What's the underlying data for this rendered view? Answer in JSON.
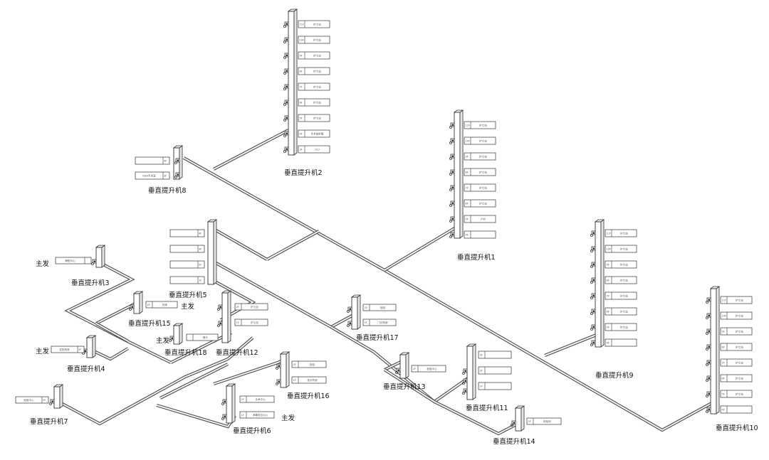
{
  "diagram": {
    "type": "logistics-system-isometric",
    "lifts": [
      {
        "id": "lift2",
        "name": "垂直提升机2",
        "floors": [
          {
            "f": "11F",
            "t": "护士站"
          },
          {
            "f": "10F",
            "t": "护士站"
          },
          {
            "f": "9F",
            "t": "护士站"
          },
          {
            "f": "8F",
            "t": "护士站"
          },
          {
            "f": "7F",
            "t": "护士站"
          },
          {
            "f": "6F",
            "t": "护士站"
          },
          {
            "f": "5F",
            "t": "护士站"
          },
          {
            "f": "4F",
            "t": "手术部护管"
          },
          {
            "f": "3F",
            "t": "ICU"
          }
        ]
      },
      {
        "id": "lift1",
        "name": "垂直提升机1",
        "floors": [
          {
            "f": "11F",
            "t": "护士站"
          },
          {
            "f": "10F",
            "t": "护士站"
          },
          {
            "f": "9F",
            "t": "护士站"
          },
          {
            "f": "8F",
            "t": "护士站"
          },
          {
            "f": "7F",
            "t": "护士站"
          },
          {
            "f": "6F",
            "t": "护士站"
          },
          {
            "f": "5F",
            "t": "产科"
          },
          {
            "f": "4F",
            "t": ""
          }
        ]
      },
      {
        "id": "lift9",
        "name": "垂直提升机9",
        "floors": [
          {
            "f": "11F",
            "t": "护士站"
          },
          {
            "f": "10F",
            "t": "护士站"
          },
          {
            "f": "9F",
            "t": "护士站"
          },
          {
            "f": "8F",
            "t": "护士站"
          },
          {
            "f": "7F",
            "t": "护士站"
          },
          {
            "f": "6F",
            "t": "护士站"
          },
          {
            "f": "5F",
            "t": "护士站"
          },
          {
            "f": "4F",
            "t": ""
          }
        ]
      },
      {
        "id": "lift10",
        "name": "垂直提升机10",
        "floors": [
          {
            "f": "11F",
            "t": "护士站"
          },
          {
            "f": "10F",
            "t": "护士站"
          },
          {
            "f": "9F",
            "t": "护士站"
          },
          {
            "f": "8F",
            "t": "护士站"
          },
          {
            "f": "7F",
            "t": "护士站"
          },
          {
            "f": "6F",
            "t": "护士站"
          },
          {
            "f": "5F",
            "t": "护士站"
          },
          {
            "f": "4F",
            "t": ""
          }
        ]
      },
      {
        "id": "lift8",
        "name": "垂直提升机8",
        "floors": [
          {
            "f": "4F",
            "t": ""
          },
          {
            "f": "3F",
            "t": "DSA手术室"
          }
        ]
      },
      {
        "id": "lift5",
        "name": "垂直提升机5",
        "floors": [
          {
            "f": "4F",
            "t": ""
          },
          {
            "f": "3F",
            "t": ""
          },
          {
            "f": "2F",
            "t": ""
          },
          {
            "f": "1F",
            "t": ""
          }
        ]
      },
      {
        "id": "lift3",
        "name": "垂直提升机3",
        "floors": [
          {
            "f": "",
            "t": "静配中心"
          }
        ]
      },
      {
        "id": "lift15",
        "name": "垂直提升机15",
        "floors": [
          {
            "f": "2F",
            "t": "药库"
          }
        ]
      },
      {
        "id": "lift12",
        "name": "垂直提升机12",
        "floors": [
          {
            "f": "2F",
            "t": "护士站"
          },
          {
            "f": "1F",
            "t": "护士站"
          }
        ]
      },
      {
        "id": "lift18",
        "name": "垂直提升机18",
        "floors": [
          {
            "f": "",
            "t": "餐厅"
          }
        ]
      },
      {
        "id": "lift17",
        "name": "垂直提升机17",
        "floors": [
          {
            "f": "2F",
            "t": "检验"
          },
          {
            "f": "1F",
            "t": "门诊药房"
          }
        ]
      },
      {
        "id": "lift4",
        "name": "垂直提升机4",
        "floors": [
          {
            "f": "2F",
            "t": "发热药房"
          }
        ]
      },
      {
        "id": "lift16",
        "name": "垂直提升机16",
        "floors": [
          {
            "f": "2F",
            "t": "检验"
          },
          {
            "f": "1F",
            "t": "急诊药房"
          }
        ]
      },
      {
        "id": "lift7",
        "name": "垂直提升机7",
        "floors": [
          {
            "f": "2F",
            "t": "检验中心"
          }
        ]
      },
      {
        "id": "lift6",
        "name": "垂直提升机6",
        "floors": [
          {
            "f": "2F",
            "t": "手术中心"
          },
          {
            "f": "1F",
            "t": "消毒供应中心"
          }
        ]
      },
      {
        "id": "lift13",
        "name": "垂直提升机13",
        "floors": [
          {
            "f": "2F",
            "t": "检验中心"
          }
        ]
      },
      {
        "id": "lift11",
        "name": "垂直提升机11",
        "floors": [
          {
            "f": "3F",
            "t": ""
          },
          {
            "f": "2F",
            "t": ""
          },
          {
            "f": "1F",
            "t": ""
          }
        ]
      },
      {
        "id": "lift14",
        "name": "垂直提升机14",
        "floors": [
          {
            "f": "2F",
            "t": "检验科"
          }
        ]
      }
    ],
    "main_send_label": "主发",
    "colors": {
      "line": "#555555",
      "fill": "#ffffff",
      "dark": "#333333"
    }
  }
}
